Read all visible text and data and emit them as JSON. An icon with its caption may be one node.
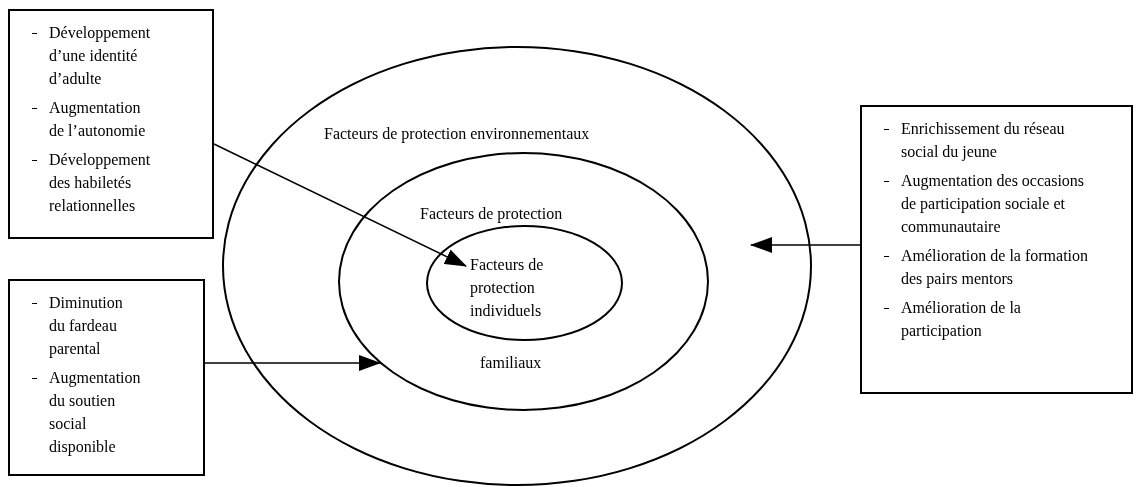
{
  "diagram": {
    "nodes": [
      {
        "text": [
          "Développement d’une identité d’adulte",
          "Augmentation de l’autonomie",
          "Développement des habiletés relationnelles"
        ]
      },
      {
        "text": [
          "Facteurs de protection environnementaux"
        ]
      },
      {
        "text": [
          "Facteurs de protection",
          "familiaux"
        ],
        "in": 1
      },
      {
        "text": [
          "Facteurs de protection individuels"
        ],
        "in": 2
      },
      {
        "text": [
          "Enrichissement du réseau social du jeune",
          "Augmentation des occasions de participation sociale et communautaire",
          "Amélioration de la formation des pairs mentors",
          "Amélioration de la participation"
        ]
      },
      {
        "text": [
          "Diminution du fardeau parental",
          "Augmentation du soutien social disponible"
        ]
      }
    ],
    "edges": [
      {
        "from": 0,
        "to": 3,
        "arrow": "to"
      },
      {
        "from": 5,
        "to": 2,
        "arrow": "to"
      },
      {
        "from": 4,
        "to": 1,
        "arrow": "to"
      }
    ]
  }
}
